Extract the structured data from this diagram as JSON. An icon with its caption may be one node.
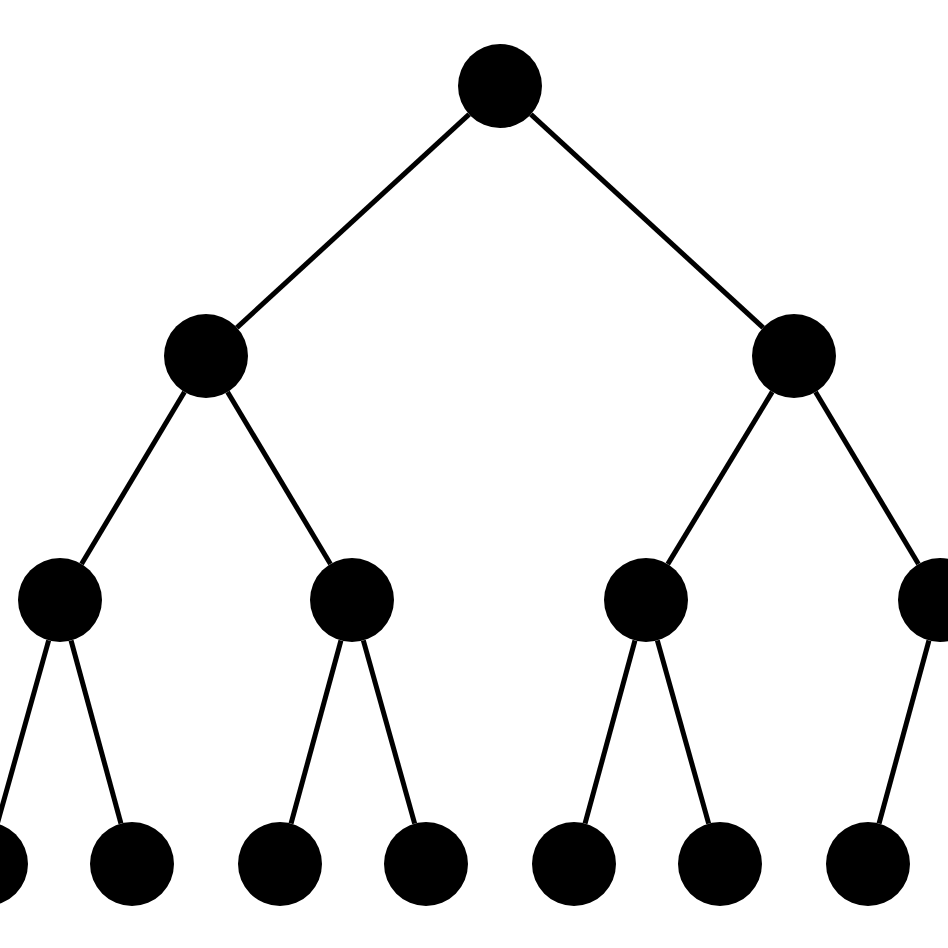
{
  "diagram": {
    "nodes": [
      {
        "text": [],
        "shape": "circle"
      },
      {
        "text": [],
        "shape": "circle"
      },
      {
        "text": [],
        "shape": "circle"
      },
      {
        "text": [],
        "shape": "circle"
      },
      {
        "text": [],
        "shape": "circle"
      },
      {
        "text": [],
        "shape": "circle"
      },
      {
        "text": [],
        "shape": "circle"
      },
      {
        "text": [],
        "shape": "circle"
      },
      {
        "text": [],
        "shape": "circle"
      },
      {
        "text": [],
        "shape": "circle"
      },
      {
        "text": [],
        "shape": "circle"
      },
      {
        "text": [],
        "shape": "circle"
      },
      {
        "text": [],
        "shape": "circle"
      },
      {
        "text": [],
        "shape": "circle"
      }
    ],
    "edges": [
      {
        "from": 0,
        "to": 1,
        "arrow": "none"
      },
      {
        "from": 0,
        "to": 2,
        "arrow": "none"
      },
      {
        "from": 1,
        "to": 3,
        "arrow": "none"
      },
      {
        "from": 1,
        "to": 4,
        "arrow": "none"
      },
      {
        "from": 2,
        "to": 5,
        "arrow": "none"
      },
      {
        "from": 2,
        "to": 6,
        "arrow": "none"
      },
      {
        "from": 3,
        "to": 7,
        "arrow": "none"
      },
      {
        "from": 3,
        "to": 8,
        "arrow": "none"
      },
      {
        "from": 4,
        "to": 9,
        "arrow": "none"
      },
      {
        "from": 4,
        "to": 10,
        "arrow": "none"
      },
      {
        "from": 5,
        "to": 11,
        "arrow": "none"
      },
      {
        "from": 5,
        "to": 12,
        "arrow": "none"
      },
      {
        "from": 6,
        "to": 13,
        "arrow": "none"
      }
    ]
  }
}
